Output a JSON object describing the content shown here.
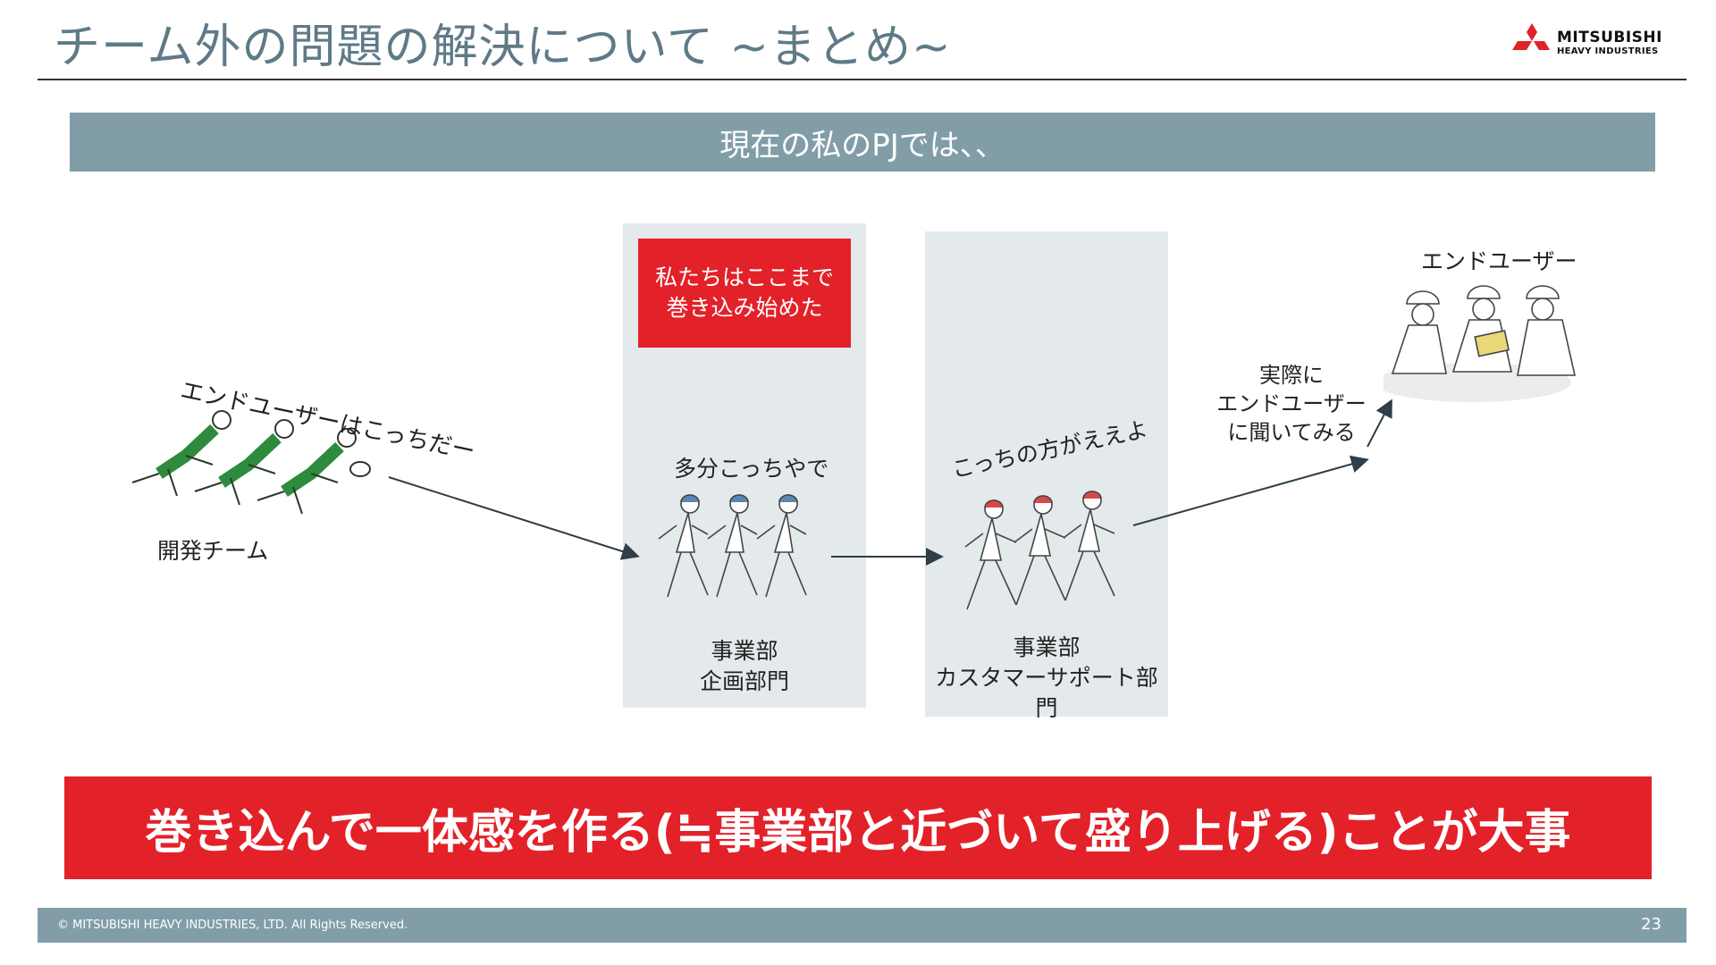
{
  "header": {
    "title": "チーム外の問題の解決について ~まとめ~",
    "logo": {
      "line1": "MITSUBISHI",
      "line2": "HEAVY INDUSTRIES",
      "brand_color": "#e32129"
    }
  },
  "banner": {
    "text": "現在の私のPJでは、、"
  },
  "diagram": {
    "dev_team": {
      "caption": "開発チーム",
      "exclaim": "エンドユーザーはこっちだー"
    },
    "planning": {
      "note": "私たちはここまで\n巻き込み始めた",
      "exclaim": "多分こっちやで",
      "caption": "事業部\n企画部門"
    },
    "customer_support": {
      "exclaim": "こっちの方がええよ",
      "caption": "事業部\nカスタマーサポート部門"
    },
    "end_user": {
      "caption": "エンドユーザー",
      "ask_note": "実際に\nエンドユーザー\nに聞いてみる"
    }
  },
  "conclusion": {
    "text": "巻き込んで一体感を作る(≒事業部と近づいて盛り上げる)ことが大事"
  },
  "footer": {
    "copyright": "© MITSUBISHI HEAVY INDUSTRIES, LTD.  All Rights Reserved.",
    "page": "23"
  },
  "colors": {
    "accent_red": "#e32129",
    "slate": "#819ea8",
    "panel_gray": "#e4e9ec",
    "team_green": "#2e8b3e"
  }
}
